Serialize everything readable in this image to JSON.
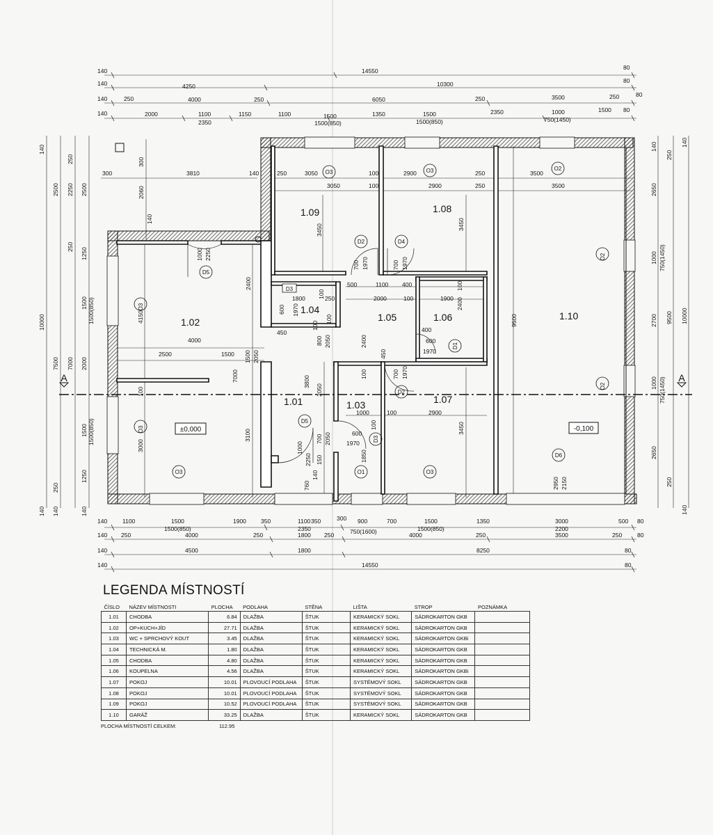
{
  "legend": {
    "title": "LEGENDA MÍSTNOSTÍ",
    "headers": [
      "ČÍSLO",
      "NÁZEV MÍSTNOSTI",
      "PLOCHA",
      "PODLAHA",
      "STĚNA",
      "LIŠTA",
      "STROP",
      "POZNÁMKA"
    ],
    "rows": [
      [
        "1.01",
        "CHODBA",
        "6.84",
        "DLAŽBA",
        "ŠTUK",
        "KERAMICKÝ SOKL",
        "SÁDROKARTON GKB",
        ""
      ],
      [
        "1.02",
        "OP+KUCH+JÍD",
        "27.71",
        "DLAŽBA",
        "ŠTUK",
        "KERAMICKÝ SOKL",
        "SÁDROKARTON GKB",
        ""
      ],
      [
        "1.03",
        "WC + SPRCHOVÝ KOUT",
        "3.45",
        "DLAŽBA",
        "ŠTUK",
        "KERAMICKÝ SOKL",
        "SÁDROKARTON GKBi",
        ""
      ],
      [
        "1.04",
        "TECHNICKÁ M.",
        "1.80",
        "DLAŽBA",
        "ŠTUK",
        "KERAMICKÝ SOKL",
        "SÁDROKARTON GKB",
        ""
      ],
      [
        "1.05",
        "CHODBA",
        "4.80",
        "DLAŽBA",
        "ŠTUK",
        "KERAMICKÝ SOKL",
        "SÁDROKARTON GKB",
        ""
      ],
      [
        "1.06",
        "KOUPELNA",
        "4.56",
        "DLAŽBA",
        "ŠTUK",
        "KERAMICKÝ SOKL",
        "SÁDROKARTON GKBi",
        ""
      ],
      [
        "1.07",
        "POKOJ",
        "10.01",
        "PLOVOUCÍ PODLAHA",
        "ŠTUK",
        "SYSTÉMOVÝ SOKL",
        "SÁDROKARTON GKB",
        ""
      ],
      [
        "1.08",
        "POKOJ",
        "10.01",
        "PLOVOUCÍ PODLAHA",
        "ŠTUK",
        "SYSTÉMOVÝ SOKL",
        "SÁDROKARTON GKB",
        ""
      ],
      [
        "1.09",
        "POKOJ",
        "10.52",
        "PLOVOUCÍ PODLAHA",
        "ŠTUK",
        "SYSTÉMOVÝ SOKL",
        "SÁDROKARTON GKB",
        ""
      ],
      [
        "1.10",
        "GARÁŽ",
        "33.25",
        "DLAŽBA",
        "ŠTUK",
        "KERAMICKÝ SOKL",
        "SÁDROKARTON GKB",
        ""
      ]
    ],
    "total_label": "PLOCHA MÍSTNOSTÍ CELKEM:",
    "total_value": "112.95"
  },
  "rooms": {
    "r101": "1.01",
    "r102": "1.02",
    "r103": "1.03",
    "r104": "1.04",
    "r105": "1.05",
    "r106": "1.06",
    "r107": "1.07",
    "r108": "1.08",
    "r109": "1.09",
    "r110": "1.10"
  },
  "levels": {
    "floor": "±0,000",
    "garage": "-0,100"
  },
  "section_mark": "A",
  "dims_top": {
    "row1": [
      "140",
      "14550",
      "80"
    ],
    "row2": [
      "140",
      "4250",
      "10300",
      "80"
    ],
    "row3": [
      "140",
      "250",
      "4000",
      "250",
      "6050",
      "250",
      "3500",
      "250",
      "80"
    ],
    "row4": [
      "140",
      "2000",
      "1100",
      "2350",
      "1150",
      "1100",
      "1500",
      "1500(850)",
      "1350",
      "1500",
      "1500(850)",
      "2350",
      "1000",
      "750(1450)",
      "1500",
      "80"
    ]
  },
  "dims_bottom": {
    "row1": [
      "140",
      "1100",
      "1500",
      "1500(850)",
      "1900",
      "350",
      "1100",
      "350",
      "2350",
      "300",
      "900",
      "750(1600)",
      "700",
      "1500",
      "1500(850)",
      "1350",
      "3000",
      "2200",
      "500",
      "80"
    ],
    "row2": [
      "140",
      "250",
      "4000",
      "250",
      "1800",
      "250",
      "4000",
      "250",
      "3500",
      "250",
      "80"
    ],
    "row3": [
      "140",
      "4500",
      "1800",
      "8250",
      "80"
    ],
    "row4": [
      "140",
      "14550",
      "80"
    ]
  },
  "dims_left": [
    "140",
    "10000",
    "140",
    "2500",
    "7500",
    "250",
    "140",
    "2250",
    "7000",
    "250",
    "250",
    "2500",
    "1250",
    "1500",
    "1500(850)",
    "2000",
    "1500",
    "1500(850)",
    "1250",
    "140"
  ],
  "dims_right": [
    "140",
    "250",
    "2650",
    "1000",
    "750(1450)",
    "9500",
    "2700",
    "1000",
    "750(1450)",
    "2650",
    "250",
    "140",
    "10000",
    "140"
  ],
  "interior_dims": [
    "300",
    "3810",
    "140",
    "2060",
    "300",
    "140",
    "250",
    "3050",
    "3050",
    "100",
    "2900",
    "100",
    "2900",
    "250",
    "250",
    "3500",
    "3500",
    "3450",
    "3450",
    "1000",
    "2250",
    "2400",
    "4150",
    "4000",
    "2500",
    "1500",
    "1500",
    "2050",
    "7000",
    "100",
    "3000",
    "3100",
    "500",
    "1100",
    "400",
    "2000",
    "100",
    "1900",
    "100",
    "2400",
    "1800",
    "250",
    "600",
    "1970",
    "100",
    "450",
    "100",
    "800",
    "2050",
    "100",
    "2400",
    "400",
    "600",
    "1970",
    "450",
    "700",
    "1970",
    "700",
    "1970",
    "700",
    "1970",
    "3800",
    "2050",
    "100",
    "1000",
    "100",
    "2900",
    "3450",
    "600",
    "1970",
    "700",
    "2050",
    "1000",
    "2250",
    "150",
    "1850",
    "100",
    "760",
    "140",
    "9500",
    "2950",
    "2150"
  ],
  "tags": {
    "windows": [
      "O3",
      "O3",
      "O2",
      "O3",
      "O3",
      "O3",
      "O3",
      "O1",
      "O2",
      "O2"
    ],
    "doors": [
      "D2",
      "D4",
      "D3",
      "D5",
      "D1",
      "D2",
      "D5",
      "D3",
      "D6"
    ]
  }
}
